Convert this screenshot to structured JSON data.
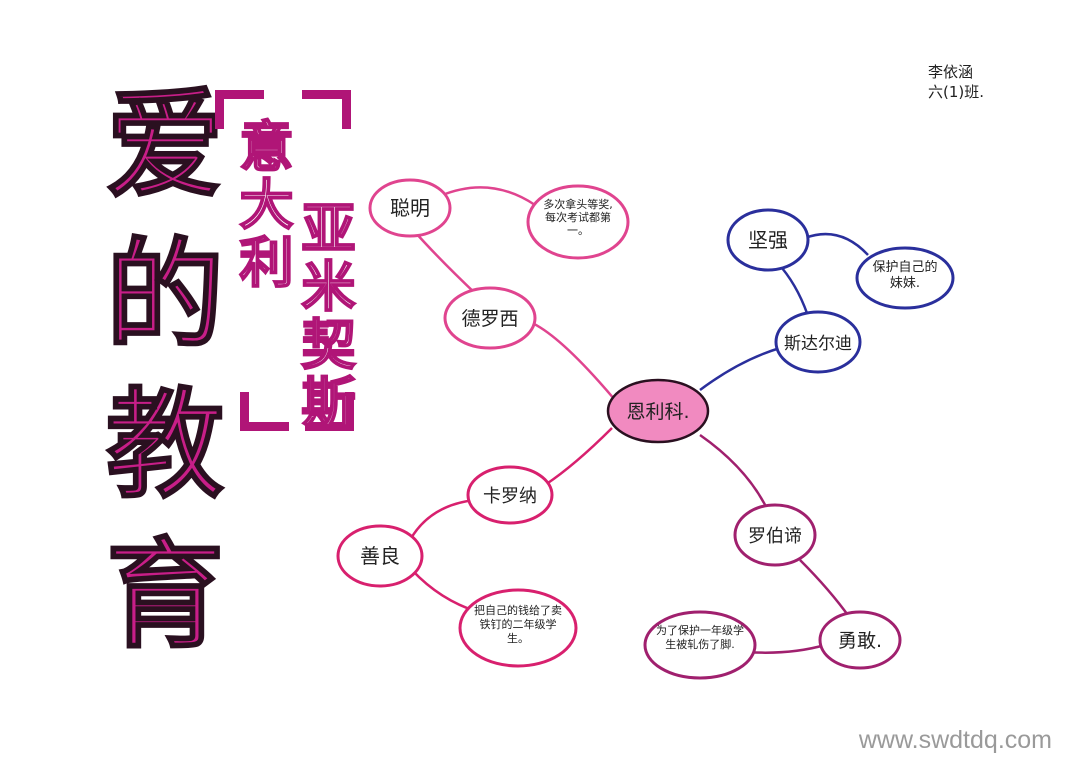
{
  "title": {
    "chars": [
      "爱",
      "的",
      "教",
      "育"
    ]
  },
  "country": "意大利",
  "author_subject": "亚米契斯",
  "student": {
    "name": "李依涵",
    "class": "六(1)班."
  },
  "watermark": "www.swdtdq.com",
  "mindmap": {
    "center": "恩利科.",
    "nodes": [
      {
        "id": "deluoxi",
        "label": "德罗西",
        "color": "#e0448f"
      },
      {
        "id": "congming",
        "label": "聪明",
        "color": "#e0448f"
      },
      {
        "id": "congming_detail",
        "label": "多次拿头等奖,每次考试都第一。",
        "color": "#e0448f"
      },
      {
        "id": "sidadi",
        "label": "斯达尔迪",
        "color": "#2a2f9c"
      },
      {
        "id": "jianqiang",
        "label": "坚强",
        "color": "#2a2f9c"
      },
      {
        "id": "jianqiang_detail",
        "label": "保护自己的妹妹.",
        "color": "#2a2f9c"
      },
      {
        "id": "kaluona",
        "label": "卡罗纳",
        "color": "#d8206e"
      },
      {
        "id": "shanliang",
        "label": "善良",
        "color": "#d8206e"
      },
      {
        "id": "shanliang_detail",
        "label": "把自己的钱给了卖铁钉的二年级学生。",
        "color": "#d8206e"
      },
      {
        "id": "luobotan",
        "label": "罗伯谛",
        "color": "#a0206e"
      },
      {
        "id": "yonggan",
        "label": "勇敢.",
        "color": "#a0206e"
      },
      {
        "id": "yonggan_detail",
        "label": "为了保护一年级学生被轧伤了脚.",
        "color": "#a0206e"
      }
    ]
  }
}
